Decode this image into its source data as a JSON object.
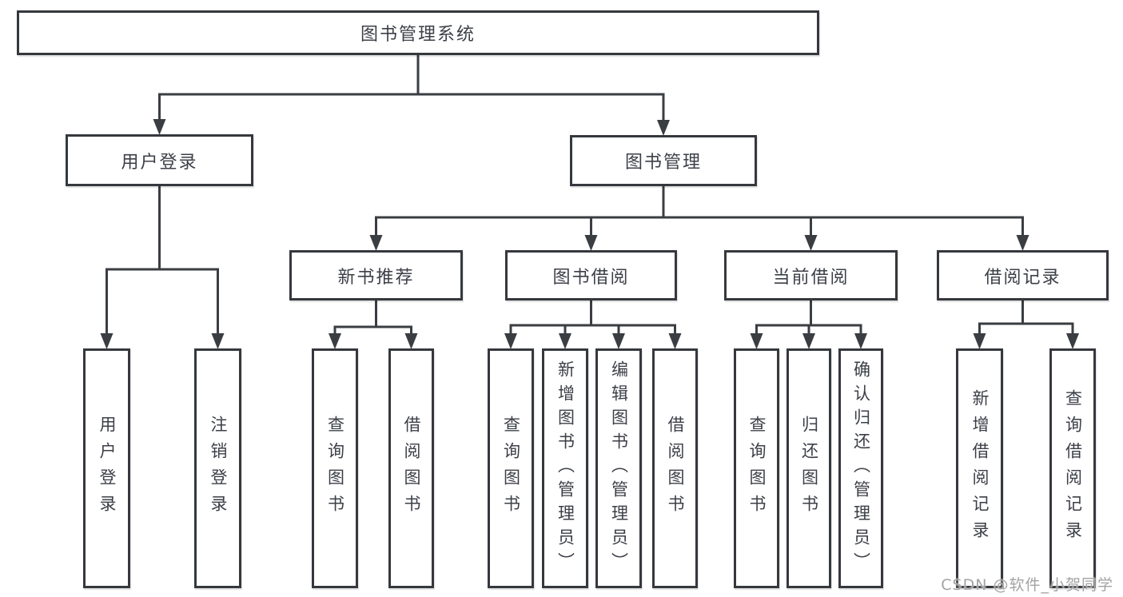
{
  "diagram": {
    "root": {
      "label": "图书管理系统",
      "children": [
        {
          "label": "用户登录",
          "children": [
            {
              "label": "用户登录"
            },
            {
              "label": "注销登录"
            }
          ]
        },
        {
          "label": "图书管理",
          "children": [
            {
              "label": "新书推荐",
              "children": [
                {
                  "label": "查询图书"
                },
                {
                  "label": "借阅图书"
                }
              ]
            },
            {
              "label": "图书借阅",
              "children": [
                {
                  "label": "查询图书"
                },
                {
                  "label": "新增图书（管理员）"
                },
                {
                  "label": "编辑图书（管理员）"
                },
                {
                  "label": "借阅图书"
                }
              ]
            },
            {
              "label": "当前借阅",
              "children": [
                {
                  "label": "查询图书"
                },
                {
                  "label": "归还图书"
                },
                {
                  "label": "确认归还（管理员）"
                }
              ]
            },
            {
              "label": "借阅记录",
              "children": [
                {
                  "label": "新增借阅记录"
                },
                {
                  "label": "查询借阅记录"
                }
              ]
            }
          ]
        }
      ]
    }
  },
  "watermark": "CSDN @软件_小贺同学",
  "colors": {
    "line": "#3a3d42",
    "box_border": "#35383d",
    "text": "#3c3f47",
    "watermark": "#a3a3a3",
    "background": "#ffffff"
  }
}
